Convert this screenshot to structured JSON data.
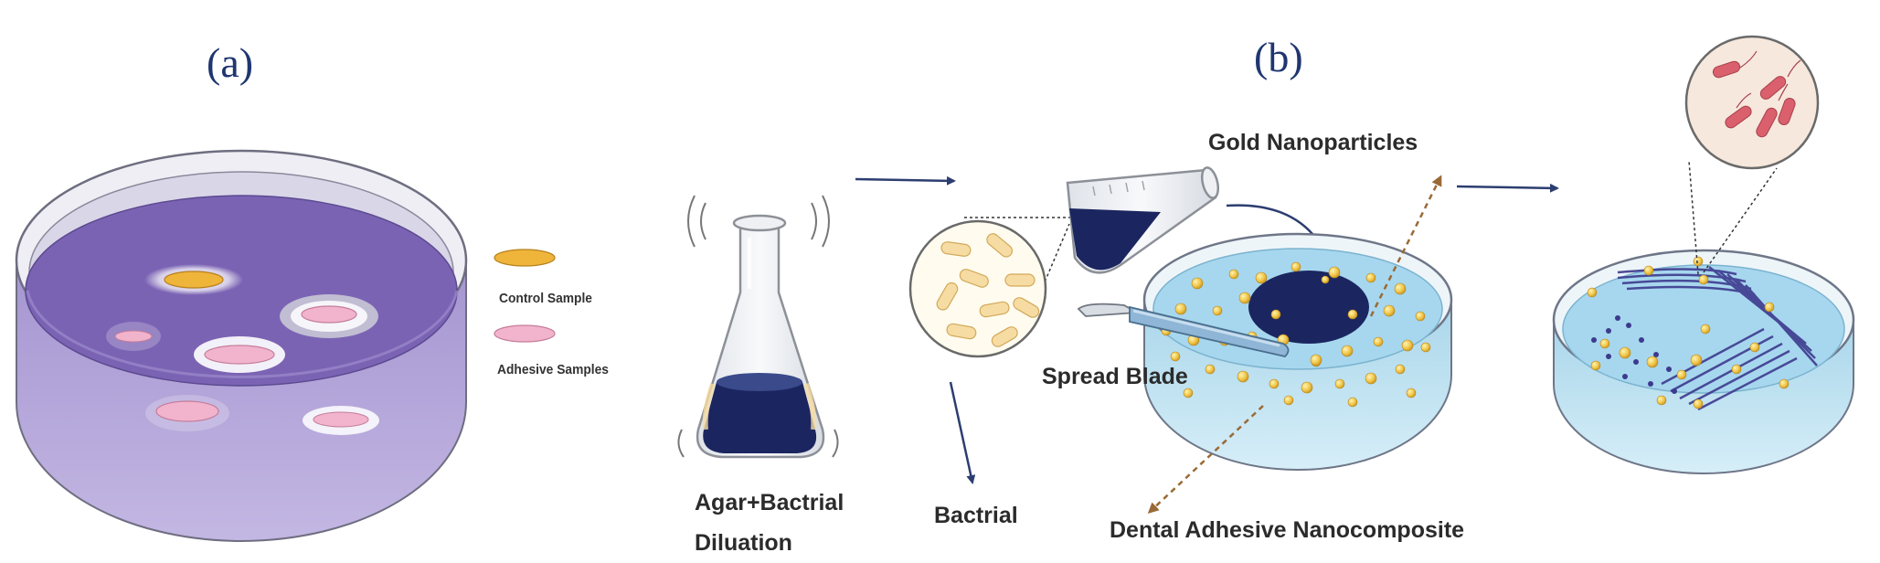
{
  "panels": {
    "a": {
      "label": "(a)"
    },
    "b": {
      "label": "(b)"
    }
  },
  "legend": {
    "control_sample": "Control Sample",
    "adhesive_samples": "Adhesive Samples"
  },
  "labels": {
    "gold_nanoparticles": "Gold Nanoparticles",
    "spread_blade": "Spread Blade",
    "agar_line1": "Agar+Bactrial",
    "agar_line2": "Diluation",
    "bactrial": "Bactrial",
    "dental_adhesive": "Dental Adhesive Nanocomposite"
  },
  "colors": {
    "agar_purple": "#7b63b4",
    "agar_blue": "#a7d7ee",
    "control_gold": "#efb43a",
    "adhesive_pink": "#f1b4cc",
    "arrow_navy": "#2c3e70",
    "dashed_brown": "#9a6a36",
    "liquid_navy": "#1b2660",
    "bacteria_yellow": "#f6dca3",
    "bacteria_red": "#d9606c"
  }
}
